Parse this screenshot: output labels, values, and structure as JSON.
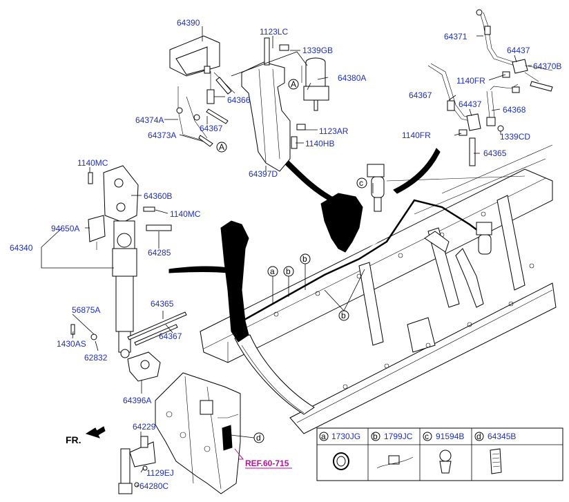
{
  "labels": {
    "p64390": "64390",
    "p1123LC": "1123LC",
    "p1339GB": "1339GB",
    "p64380A": "64380A",
    "p64366": "64366",
    "p64374A": "64374A",
    "p64367_top": "64367",
    "p64373A": "64373A",
    "p1123AR": "1123AR",
    "p1140HB": "1140HB",
    "p64397D": "64397D",
    "p64371": "64371",
    "p64437_top": "64437",
    "p64370B": "64370B",
    "p1140FR_top": "1140FR",
    "p64367_right": "64367",
    "p64437_mid": "64437",
    "p64368": "64368",
    "p1140FR_bot": "1140FR",
    "p1339CD": "1339CD",
    "p64365_right": "64365",
    "p1140MC_top": "1140MC",
    "p64360B": "64360B",
    "p1140MC_mid": "1140MC",
    "p94650A": "94650A",
    "p64340": "64340",
    "p64285": "64285",
    "p56875A": "56875A",
    "p1430AS": "1430AS",
    "p62832": "62832",
    "p64365_left": "64365",
    "p64367_left": "64367",
    "p64396A": "64396A",
    "p64229": "64229",
    "p1129EJ": "1129EJ",
    "p64280C": "64280C"
  },
  "callouts": {
    "A1": "A",
    "A2": "A",
    "a": "a",
    "b1": "b",
    "b2": "b",
    "b3": "b",
    "c": "c",
    "d": "d"
  },
  "ref": "REF.60-715",
  "fr": "FR.",
  "legend": [
    {
      "letter": "a",
      "part": "1730JG"
    },
    {
      "letter": "b",
      "part": "1799JC"
    },
    {
      "letter": "c",
      "part": "91594B"
    },
    {
      "letter": "d",
      "part": "64345B"
    }
  ],
  "colors": {
    "part_label": "#1f2fb4",
    "ref_link": "#b1139c"
  }
}
